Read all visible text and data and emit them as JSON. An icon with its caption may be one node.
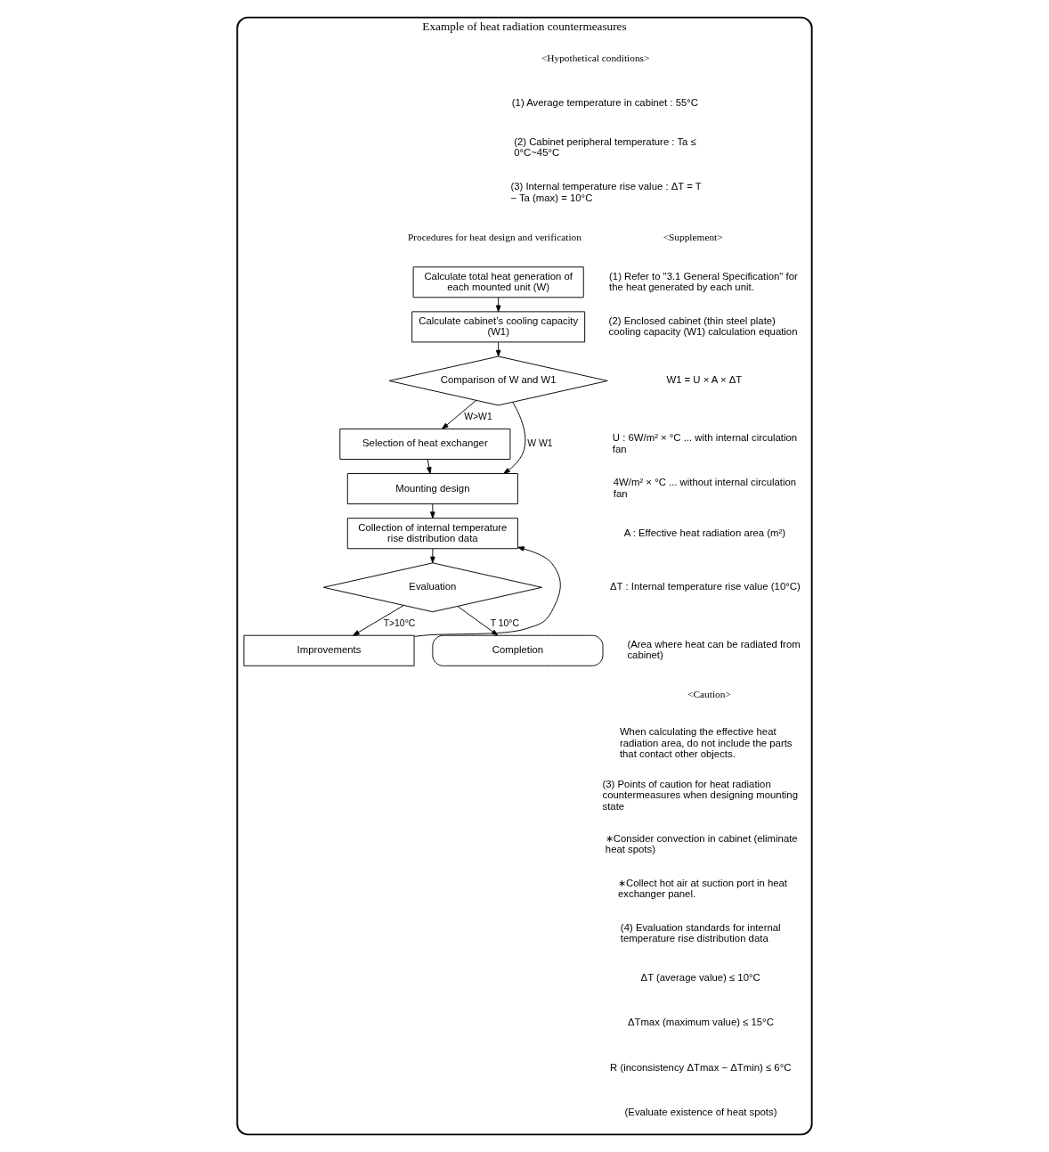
{
  "diagram": {
    "nodes": [
      {
        "text": [
          "Example of heat radiation countermeasures"
        ]
      },
      {
        "text": [
          "Calculate total heat generation of each mounted unit (W)"
        ],
        "in": 0
      },
      {
        "text": [
          "Calculate cabinet’s cooling capacity (W1)"
        ],
        "in": 0
      },
      {
        "text": [
          "Comparison of W and W1"
        ],
        "in": 0
      },
      {
        "text": [
          "Selection of heat exchanger"
        ],
        "in": 0
      },
      {
        "text": [
          "Mounting design"
        ],
        "in": 0
      },
      {
        "text": [
          "Collection of internal temperature rise distribution data"
        ],
        "in": 0
      },
      {
        "text": [
          "Evaluation"
        ],
        "in": 0
      },
      {
        "text": [
          "Improvements"
        ],
        "in": 0
      },
      {
        "text": [
          "Completion"
        ],
        "in": 0
      }
    ],
    "edges": [
      {
        "from": 1,
        "to": 2,
        "arrow": "to"
      },
      {
        "from": 2,
        "to": 3,
        "arrow": "to"
      },
      {
        "from": 3,
        "to": 4,
        "arrow": "to",
        "label": "W>W1"
      },
      {
        "from": 3,
        "to": 5,
        "arrow": "to",
        "label": "W W1"
      },
      {
        "from": 4,
        "to": 5,
        "arrow": "to"
      },
      {
        "from": 5,
        "to": 6,
        "arrow": "to"
      },
      {
        "from": 6,
        "to": 7,
        "arrow": "to"
      },
      {
        "from": 7,
        "to": 8,
        "arrow": "to",
        "label": "T>10°C"
      },
      {
        "from": 8,
        "to": 6,
        "arrow": "to"
      },
      {
        "from": 7,
        "to": 9,
        "arrow": "to",
        "label": "T 10°C"
      }
    ],
    "labels": [
      "<Hypothetical conditions>",
      "(1) Average temperature in cabinet : 55°C",
      "(2) Cabinet peripheral temperature : Ta ≤ 0°C~45°C",
      "(3) Internal temperature rise value : ΔT = T − Ta (max) = 10°C",
      "Procedures for heat design and verification",
      "<Supplement>",
      "(1) Refer to \"3.1 General Specification\" for the heat generated by each unit.",
      "(2) Enclosed cabinet (thin steel plate) cooling capacity (W1) calculation equation",
      "W1 = U × A × ΔT",
      "U : 6W/m² × °C ... with internal circulation fan",
      "4W/m² × °C ... without internal circulation fan",
      "A : Effective heat radiation area (m²)",
      "ΔT : Internal temperature rise value (10°C)",
      "(Area where heat can be radiated from cabinet)",
      "<Caution>",
      "When calculating the effective heat radiation area, do not include the parts that contact other objects.",
      "(3) Points of caution for heat radiation countermeasures when designing mounting state",
      "∗Consider convection in cabinet (eliminate heat spots)",
      "∗Collect hot air at suction port in heat exchanger panel.",
      "(4) Evaluation standards for internal temperature rise distribution data",
      "ΔT (average value) ≤ 10°C",
      "ΔTmax (maximum value) ≤ 15°C",
      "R (inconsistency ΔTmax − ΔTmin) ≤ 6°C",
      "(Evaluate existence of heat spots)"
    ]
  }
}
